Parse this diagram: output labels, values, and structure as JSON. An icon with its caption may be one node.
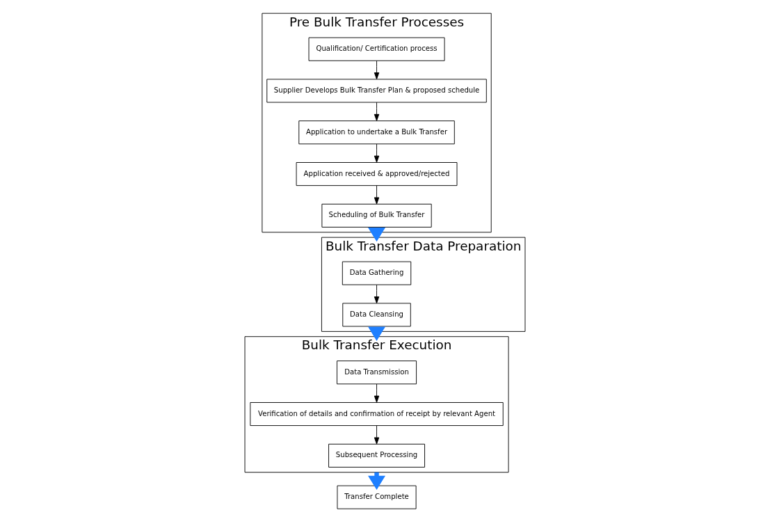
{
  "diagram": {
    "nodes": [
      {
        "text": [
          "Pre Bulk Transfer Processes"
        ]
      },
      {
        "text": [
          "Qualification/ Certification process"
        ],
        "in": 0
      },
      {
        "text": [
          "Supplier Develops Bulk Transfer Plan & proposed schedule"
        ],
        "in": 0
      },
      {
        "text": [
          "Application to undertake a Bulk Transfer"
        ],
        "in": 0
      },
      {
        "text": [
          "Application received & approved/rejected"
        ],
        "in": 0
      },
      {
        "text": [
          "Scheduling of Bulk Transfer"
        ],
        "in": 0
      },
      {
        "text": [
          "Bulk Transfer Data Preparation"
        ]
      },
      {
        "text": [
          "Data Gathering"
        ],
        "in": 6
      },
      {
        "text": [
          "Data Cleansing"
        ],
        "in": 6
      },
      {
        "text": [
          "Bulk Transfer Execution"
        ]
      },
      {
        "text": [
          "Data Transmission"
        ],
        "in": 9
      },
      {
        "text": [
          "Verification of details and confirmation of receipt by relevant Agent"
        ],
        "in": 9
      },
      {
        "text": [
          "Subsequent Processing"
        ],
        "in": 9
      },
      {
        "text": [
          "Transfer Complete"
        ]
      }
    ],
    "edges": [
      {
        "from": 1,
        "to": 2,
        "arrow": "to"
      },
      {
        "from": 2,
        "to": 3,
        "arrow": "to"
      },
      {
        "from": 3,
        "to": 4,
        "arrow": "to"
      },
      {
        "from": 4,
        "to": 5,
        "arrow": "to"
      },
      {
        "from": 0,
        "to": 6,
        "arrow": "to",
        "style": "thick",
        "color": "#1e7fff"
      },
      {
        "from": 7,
        "to": 8,
        "arrow": "to"
      },
      {
        "from": 6,
        "to": 9,
        "arrow": "to",
        "style": "thick",
        "color": "#1e7fff"
      },
      {
        "from": 10,
        "to": 11,
        "arrow": "to"
      },
      {
        "from": 11,
        "to": 12,
        "arrow": "to"
      },
      {
        "from": 9,
        "to": 13,
        "arrow": "to",
        "style": "thick",
        "color": "#1e7fff"
      }
    ]
  }
}
